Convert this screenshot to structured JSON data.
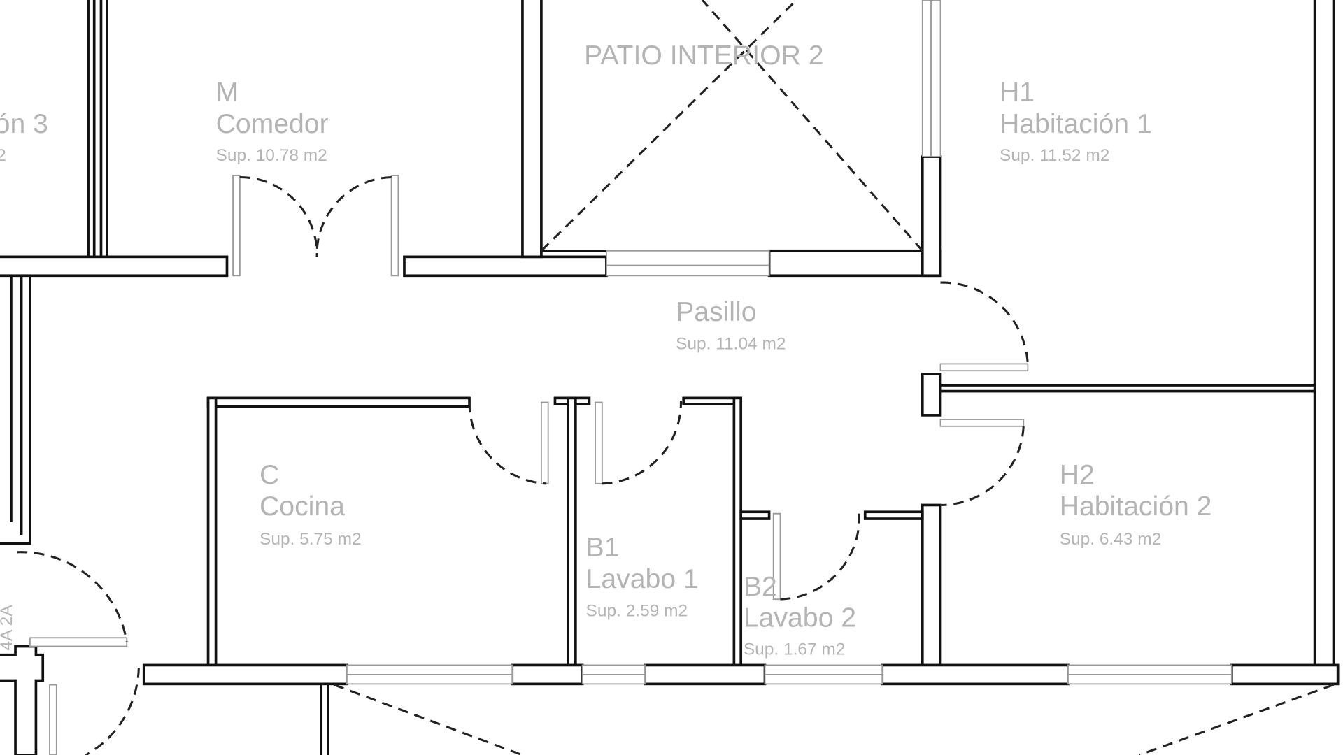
{
  "rooms": {
    "partial_left": {
      "name_fragment": "ón 3",
      "area_fragment": "2",
      "rotated_fragment": "4A 2A"
    },
    "comedor": {
      "code": "M",
      "name": "Comedor",
      "area": "Sup. 10.78 m2"
    },
    "patio": {
      "name": "PATIO INTERIOR 2"
    },
    "h1": {
      "code": "H1",
      "name": "Habitación 1",
      "area": "Sup. 11.52 m2"
    },
    "pasillo": {
      "name": "Pasillo",
      "area": "Sup. 11.04 m2"
    },
    "cocina": {
      "code": "C",
      "name": "Cocina",
      "area": "Sup. 5.75 m2"
    },
    "b1": {
      "code": "B1",
      "name": "Lavabo 1",
      "area": "Sup. 2.59 m2"
    },
    "b2": {
      "code": "B2",
      "name": "Lavabo 2",
      "area": "Sup. 1.67 m2"
    },
    "h2": {
      "code": "H2",
      "name": "Habitación 2",
      "area": "Sup. 6.43 m2"
    }
  }
}
